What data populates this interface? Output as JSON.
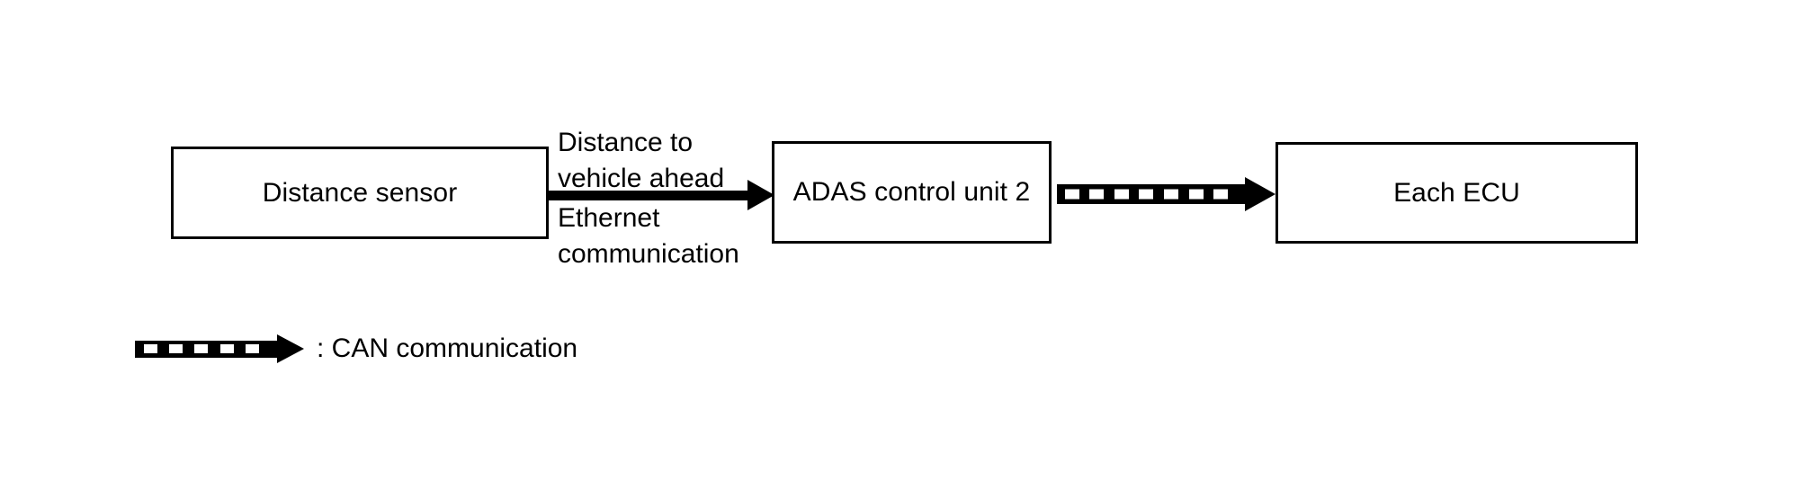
{
  "diagram": {
    "type": "block-diagram",
    "background_color": "#ffffff",
    "stroke_color": "#000000",
    "nodes": [
      {
        "id": "distance-sensor",
        "label": "Distance sensor"
      },
      {
        "id": "adas-control-unit-2",
        "label": "ADAS control unit 2"
      },
      {
        "id": "each-ecu",
        "label": "Each ECU"
      }
    ],
    "edges": [
      {
        "id": "sensor-to-adas",
        "style": "solid-arrow",
        "from": "distance-sensor",
        "to": "adas-control-unit-2",
        "label_top_line1": "Distance to",
        "label_top_line2": "vehicle ahead",
        "label_bottom_line1": "Ethernet",
        "label_bottom_line2": "communication"
      },
      {
        "id": "adas-to-ecu",
        "style": "dashed-arrow",
        "from": "adas-control-unit-2",
        "to": "each-ecu",
        "dash_count": 7,
        "label": ""
      }
    ],
    "legend": {
      "symbol": "dashed-arrow-icon",
      "dash_count": 5,
      "text": ": CAN communication"
    }
  }
}
